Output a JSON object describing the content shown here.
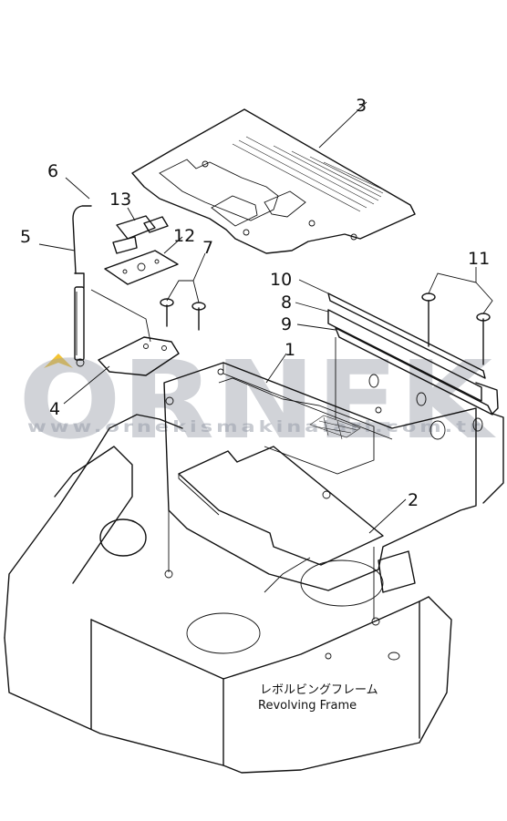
{
  "callouts": {
    "c1": "1",
    "c2": "2",
    "c3": "3",
    "c4": "4",
    "c5": "5",
    "c6": "6",
    "c7": "7",
    "c8": "8",
    "c9": "9",
    "c10": "10",
    "c11": "11",
    "c12": "12",
    "c13": "13"
  },
  "frame_label": {
    "japanese": "レボルビングフレーム",
    "english": "Revolving Frame"
  },
  "watermark": {
    "brand": "ORNEK",
    "url": "www.ornekismakinalari.com.tr",
    "accent_color": "#f0b400"
  }
}
